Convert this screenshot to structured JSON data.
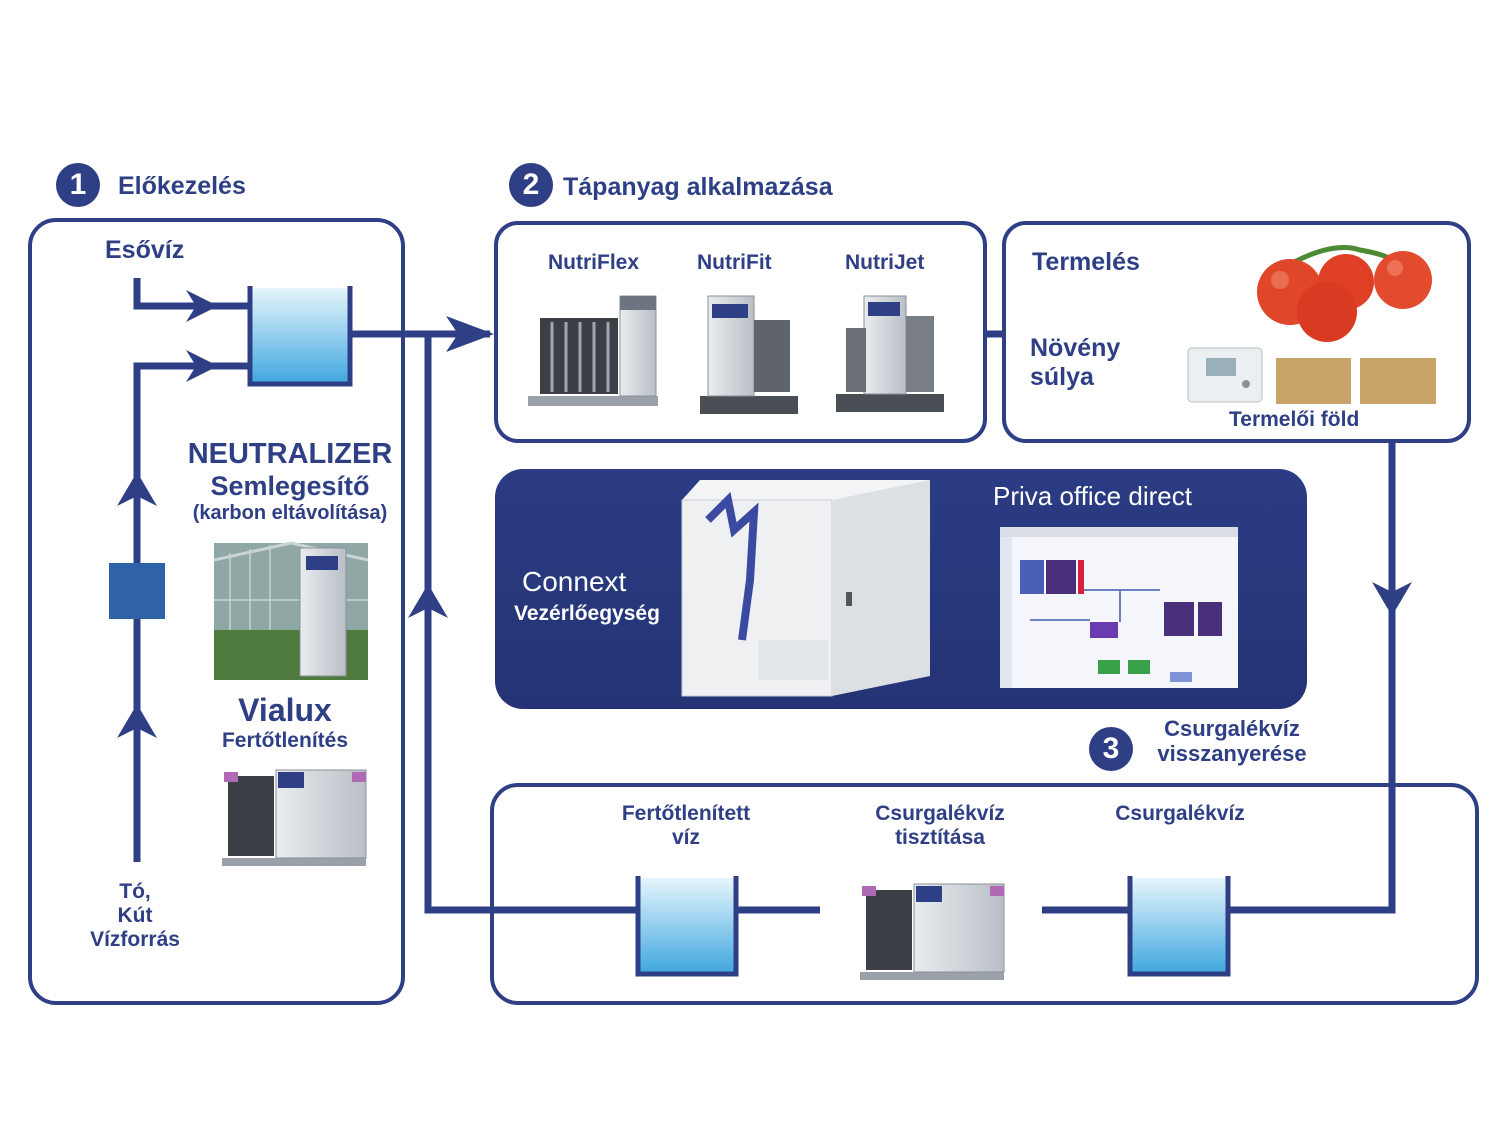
{
  "colors": {
    "primary": "#2e3f86",
    "water": "#5ab6e6",
    "soil": "#c9a46a",
    "tomato": "#e0462a"
  },
  "section1": {
    "number": "1",
    "title": "Előkezelés"
  },
  "section2": {
    "number": "2",
    "title": "Tápanyag alkalmazása"
  },
  "section3": {
    "number": "3",
    "title_line1": "Csurgalékvíz",
    "title_line2": "visszanyerése"
  },
  "pretreatment": {
    "rainwater": "Esővíz",
    "neutralizer_line1": "NEUTRALIZER",
    "neutralizer_line2": "Semlegesítő",
    "neutralizer_line3": "(karbon eltávolítása)",
    "vialux_line1": "Vialux",
    "vialux_line2": "Fertőtlenítés",
    "source_line1": "Tó,",
    "source_line2": "Kút",
    "source_line3": "Vízforrás"
  },
  "nutrients": {
    "nutriflex": "NutriFlex",
    "nutrifit": "NutriFit",
    "nutrijet": "NutriJet"
  },
  "production": {
    "title": "Termelés",
    "plant_line1": "Növény",
    "plant_line2": "súlya",
    "soil": "Termelői föld"
  },
  "control": {
    "connext": "Connext",
    "control_unit": "Vezérlőegység",
    "office": "Priva office direct"
  },
  "recovery": {
    "disinfected_line1": "Fertőtlenített",
    "disinfected_line2": "víz",
    "cleaning_line1": "Csurgalékvíz",
    "cleaning_line2": "tisztítása",
    "drain": "Csurgalékvíz"
  },
  "icons": [
    "tank-icon",
    "filter-block-icon",
    "arrow-icon",
    "dosing-machine-icon",
    "tomato-icon",
    "scale-icon",
    "controller-cabinet-icon",
    "screen-icon"
  ]
}
